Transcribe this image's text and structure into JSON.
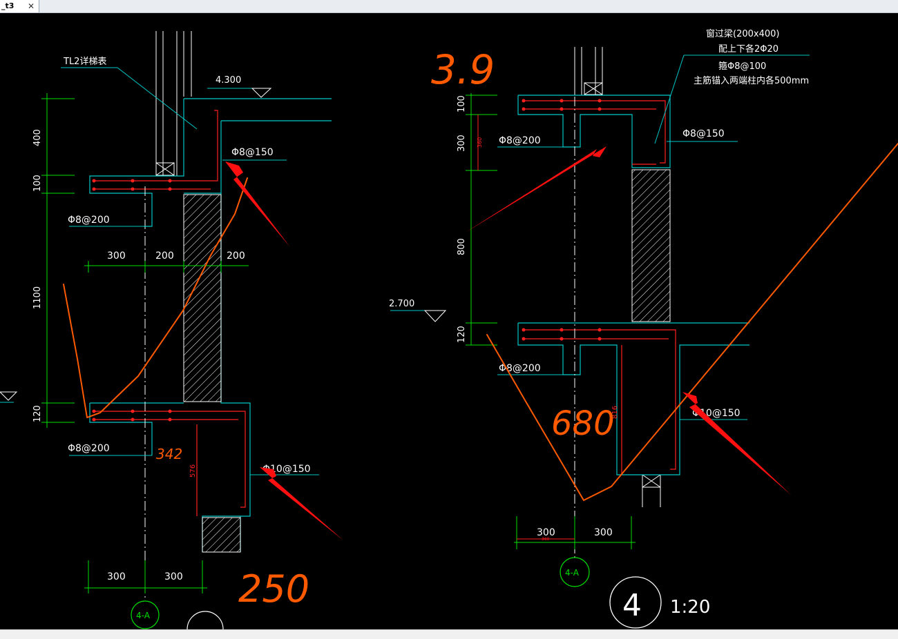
{
  "tab": {
    "label": "_t3",
    "close": "✕"
  },
  "colors": {
    "background": "#000000",
    "dim": "#00e000",
    "outline": "#00c8c8",
    "wall": "#ffffff",
    "rebar": "#ff2020",
    "text": "#ffffff",
    "annotation": "#ff5a00"
  },
  "left_detail": {
    "beam_note": "TL2详梯表",
    "elevation": "4.300",
    "rebar_top": "Φ8@150",
    "rebar_mid": "Φ8@200",
    "rebar_low": "Φ8@200",
    "rebar_bottom": "Φ10@150",
    "dim_400": "400",
    "dim_100": "100",
    "dim_1100": "1100",
    "dim_120": "120",
    "dim_300a": "300",
    "dim_200a": "200",
    "dim_200b": "200",
    "dim_300b": "300",
    "dim_300c": "300",
    "dim_576": "576",
    "axis": "4-A",
    "hand_note": "250",
    "hand_small": "342"
  },
  "right_detail": {
    "lintel_title": "窗过梁(200x400)",
    "lintel_line2": "配上下各2Φ20",
    "lintel_line3": "箍Φ8@100",
    "lintel_line4": "主筋锚入两端柱内各500mm",
    "elevation": "2.700",
    "rebar_top_right": "Φ8@150",
    "rebar_top_left": "Φ8@200",
    "rebar_low_left": "Φ8@200",
    "rebar_bottom": "Φ10@150",
    "dim_100": "100",
    "dim_300": "300",
    "dim_360": "360",
    "dim_800": "800",
    "dim_120": "120",
    "dim_816": "816",
    "dim_300a": "300",
    "dim_300b": "300",
    "dim_small": "360",
    "axis": "4-A",
    "detail_no": "4",
    "scale": "1:20",
    "hand_top": "3.9",
    "hand_mid": "680"
  }
}
